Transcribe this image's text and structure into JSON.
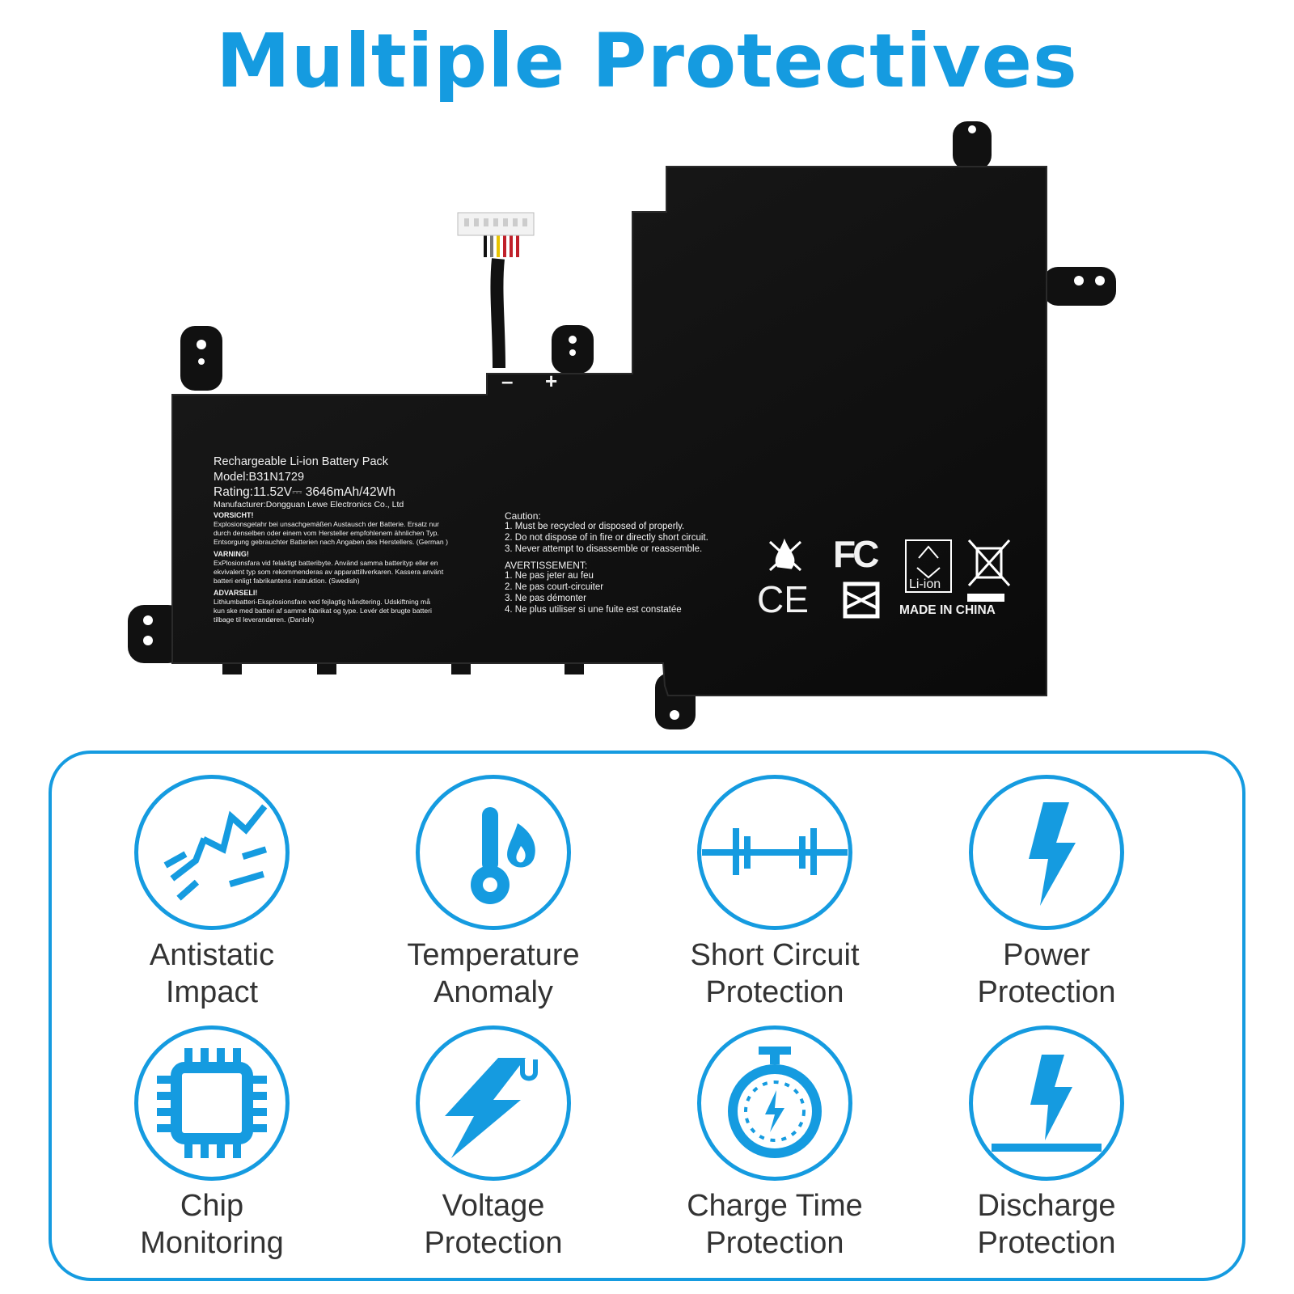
{
  "title": "Multiple Protectives",
  "colors": {
    "accent": "#159be0",
    "battery": "#111111",
    "text": "#333333"
  },
  "battery_label": {
    "line1": "Rechargeable Li-ion Battery Pack",
    "line2": "Model:B31N1729",
    "line3": "Rating:11.52V⎓ 3646mAh/42Wh",
    "line4": "Manufacturer:Dongguan Lewe Electronics Co., Ltd",
    "vorsicht_head": "VORSICHT!",
    "vorsicht_1": "Explosionsgetahr bei unsachgemäßen Austausch der Batterie. Ersatz nur",
    "vorsicht_2": "durch denselben oder einem vom Hersteller empfohlenem ähnlichen Typ.",
    "vorsicht_3": "Entsorgung gebrauchter Batterien nach Angaben des Herstellers. (German )",
    "varning_head": "VARNING!",
    "varning_1": "ExPlosionsfara vid felaktigt batteribyte. Använd samma batterityp eller en",
    "varning_2": "ekvivalent typ som rekommenderas av apparattillverkaren. Kassera använt",
    "varning_3": "batteri enligt fabrikantens instruktion. (Swedish)",
    "advarseli_head": "ADVARSELI!",
    "advarseli_1": "Lithiumbatteri-Eksplosionsfare ved fejlagtig håndtering. Udskiftning må",
    "advarseli_2": "kun ske med batteri af samme fabrikat og type. Levér det brugte batteri",
    "advarseli_3": "tilbage til leverandøren. (Danish)",
    "caution_head": "Caution:",
    "caution_1": "1. Must be recycled or disposed of properly.",
    "caution_2": "2. Do not dispose of in fire or directly short circuit.",
    "caution_3": "3. Never attempt to disassemble or reassemble.",
    "avert_head": "AVERTISSEMENT:",
    "avert_1": "1. Ne pas jeter au feu",
    "avert_2": "2. Ne pas court-circuiter",
    "avert_3": "3. Ne pas démonter",
    "avert_4": "4. Ne plus utiliser si une fuite est constatée",
    "terminal_minus": "–",
    "terminal_plus": "+",
    "fcc_mark": "FC",
    "ce_mark": "CE",
    "liion_mark": "Li-ion",
    "made_in": "MADE IN CHINA"
  },
  "features": [
    {
      "line1": "Antistatic",
      "line2": "Impact",
      "icon": "antistatic-icon"
    },
    {
      "line1": "Temperature",
      "line2": "Anomaly",
      "icon": "thermometer-flame-icon"
    },
    {
      "line1": "Short Circuit",
      "line2": "Protection",
      "icon": "short-circuit-icon"
    },
    {
      "line1": "Power",
      "line2": "Protection",
      "icon": "lightning-bolt-icon"
    },
    {
      "line1": "Chip",
      "line2": "Monitoring",
      "icon": "chip-icon"
    },
    {
      "line1": "Voltage",
      "line2": "Protection",
      "icon": "voltage-bolt-icon"
    },
    {
      "line1": "Charge Time",
      "line2": "Protection",
      "icon": "stopwatch-icon"
    },
    {
      "line1": "Discharge",
      "line2": "Protection",
      "icon": "discharge-bolt-icon"
    }
  ]
}
